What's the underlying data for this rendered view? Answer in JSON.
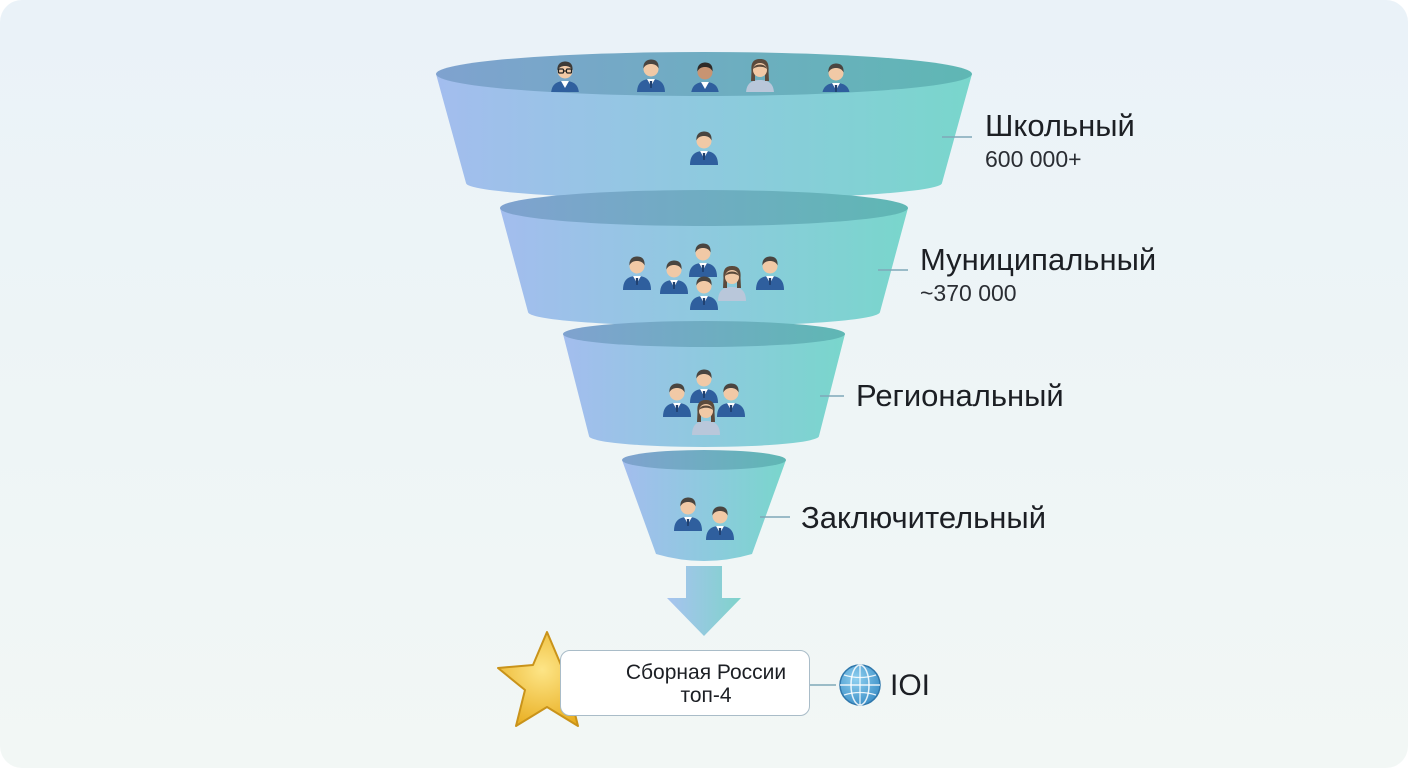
{
  "stages": [
    {
      "name": "Школьный",
      "count": "600 000+",
      "people": 6
    },
    {
      "name": "Муниципальный",
      "count": "~370 000",
      "people": 6
    },
    {
      "name": "Региональный",
      "count": "",
      "people": 4
    },
    {
      "name": "Заключительный",
      "count": "",
      "people": 2
    }
  ],
  "team": {
    "line1": "Сборная России",
    "line2": "топ-4"
  },
  "ioi": {
    "label": "IOI",
    "icon": "globe-icon"
  },
  "colors": {
    "funnel_left": "#9dbeee",
    "funnel_right": "#7fd6cf",
    "rim": "#6fa8b6",
    "connector": "#7fa8b8",
    "star": "#f2c43a",
    "person_body": "#2f5f9e",
    "person_skin": "#f1c9a6",
    "person_hair": "#4a4540"
  }
}
